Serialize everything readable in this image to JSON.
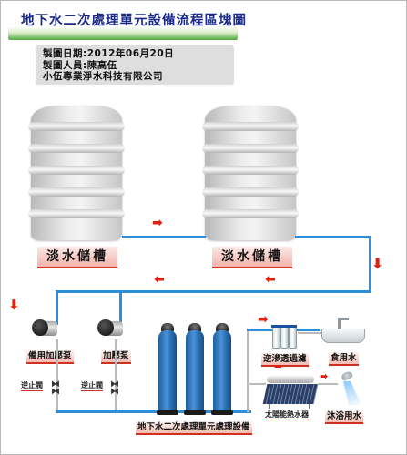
{
  "title": "地下水二次處理單元設備流程區塊圖",
  "info": {
    "line1": "製圖日期:2012年06月20日",
    "line2": "製圖人員:陳高伍",
    "line3": "小伍專業淨水科技有限公司"
  },
  "tanks": [
    {
      "label": "淡水儲槽"
    },
    {
      "label": "淡水儲槽"
    }
  ],
  "pumps": [
    {
      "label": "備用加壓泵"
    },
    {
      "label": "加壓泵"
    }
  ],
  "check_valves": [
    {
      "label": "逆止閥"
    },
    {
      "label": "逆止閥"
    }
  ],
  "equipment_label": "地下水二次處理單元處理設備",
  "ro_filter_label": "逆滲透過濾",
  "drinking_label": "食用水",
  "solar_heater_label": "太陽能熱水器",
  "bathing_label": "沐浴用水",
  "colors": {
    "pipe": "#2f8fd6",
    "arrow": "#e02010",
    "title_text": "#1b2b8a",
    "label_underline": "#d03020"
  }
}
